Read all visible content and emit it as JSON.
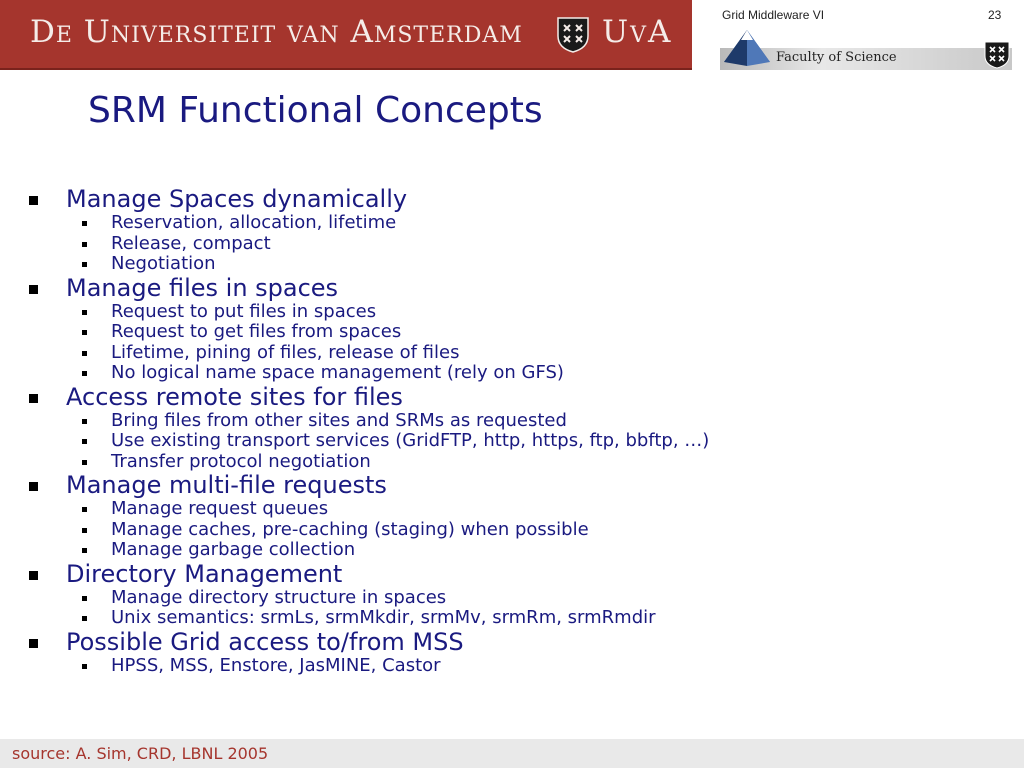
{
  "header": {
    "university_name": "De Universiteit van Amsterdam",
    "university_abbrev": "UvA",
    "course": "Grid Middleware VI",
    "page_number": "23",
    "faculty": "Faculty of Science"
  },
  "colors": {
    "banner": "#a5352d",
    "text": "#1a1a80",
    "footer_text": "#a5352d"
  },
  "icons": {
    "crest": "uva-crest-icon",
    "faculty_logo": "pyramid-logo-icon"
  },
  "title": "SRM Functional Concepts",
  "bullets": [
    {
      "text": "Manage Spaces dynamically",
      "subs": [
        "Reservation, allocation, lifetime",
        "Release, compact",
        "Negotiation"
      ]
    },
    {
      "text": "Manage files in spaces",
      "subs": [
        "Request to put files in spaces",
        "Request to get files from spaces",
        "Lifetime, pining of files, release of files",
        "No logical name space management (rely on GFS)"
      ]
    },
    {
      "text": "Access remote sites for files",
      "subs": [
        "Bring files from other sites and SRMs as requested",
        "Use existing transport services (GridFTP, http, https, ftp, bbftp, …)",
        "Transfer protocol negotiation"
      ]
    },
    {
      "text": "Manage multi-file requests",
      "subs": [
        "Manage request queues",
        "Manage caches, pre-caching (staging) when possible",
        "Manage garbage collection"
      ]
    },
    {
      "text": "Directory Management",
      "subs": [
        "Manage directory structure in spaces",
        "Unix semantics: srmLs, srmMkdir, srmMv, srmRm, srmRmdir"
      ]
    },
    {
      "text": "Possible Grid access to/from MSS",
      "subs": [
        "HPSS, MSS, Enstore, JasMINE, Castor"
      ]
    }
  ],
  "footer": {
    "source": "source: A. Sim, CRD, LBNL 2005"
  }
}
